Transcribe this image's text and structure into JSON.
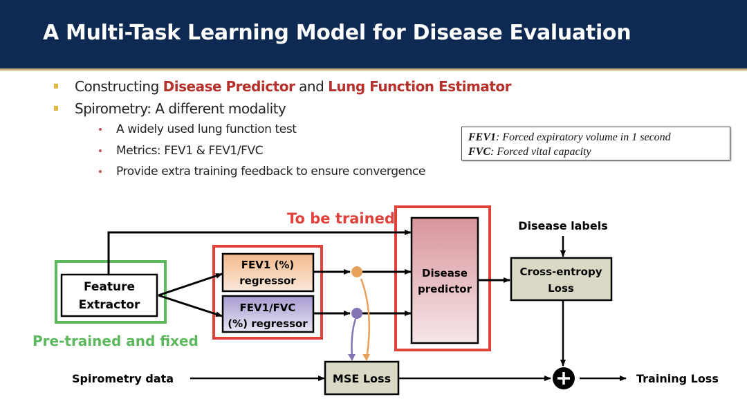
{
  "title": "A Multi-Task Learning Model for Disease Evaluation",
  "bullets": [
    {
      "pre": "Constructing ",
      "hl1": "Disease Predictor",
      "mid": " and ",
      "hl2": "Lung Function Estimator"
    },
    {
      "text": "Spirometry: A different modality"
    }
  ],
  "sub_bullets": [
    "A widely used lung function test",
    "Metrics: FEV1 & FEV1/FVC",
    "Provide extra training feedback to ensure convergence"
  ],
  "definitions": [
    {
      "term": "FEV1",
      "desc": ": Forced expiratory volume in 1 second"
    },
    {
      "term": "FVC",
      "desc": ": Forced vital capacity"
    }
  ],
  "diagram": {
    "to_be_trained": "To be trained",
    "pretrained": "Pre-trained and fixed",
    "feature_extractor": [
      "Feature",
      "Extractor"
    ],
    "fev1_regressor": [
      "FEV1 (%)",
      "regressor"
    ],
    "ratio_regressor": [
      "FEV1/FVC",
      "(%) regressor"
    ],
    "disease_predictor": [
      "Disease",
      "predictor"
    ],
    "disease_labels": "Disease labels",
    "cross_entropy": [
      "Cross-entropy",
      "Loss"
    ],
    "spirometry_data": "Spirometry data",
    "mse_loss": "MSE Loss",
    "training_loss": "Training Loss",
    "colors": {
      "red": "#e0413a",
      "green": "#5cb85c",
      "orange": "#e8a15a",
      "purple": "#8474b5",
      "loss_fill": "#d9d9c6"
    }
  }
}
